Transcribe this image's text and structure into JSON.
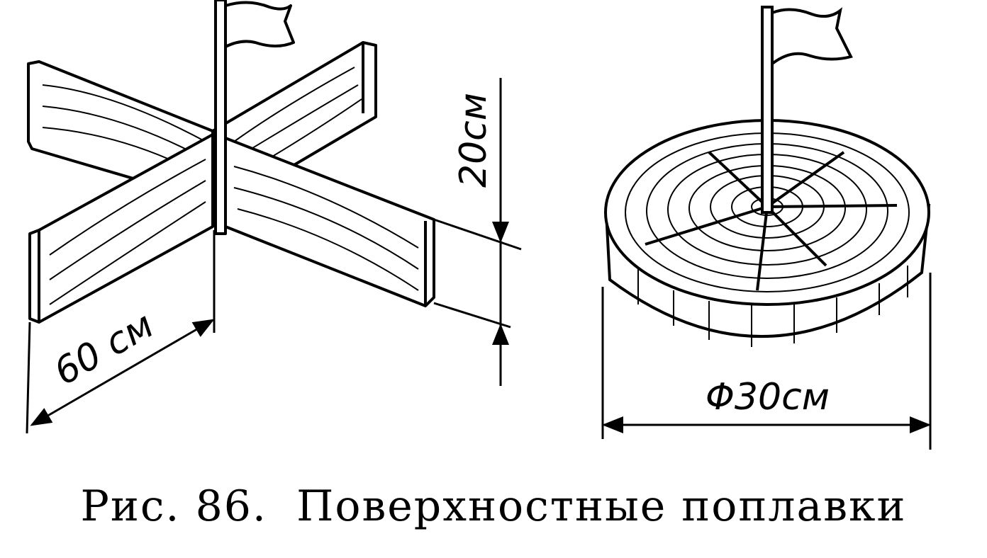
{
  "figure": {
    "left_label": "60 см",
    "height_label": "20см",
    "diameter_label": "Φ30см",
    "caption_number": "Рис. 86.",
    "caption_title": "Поверхностные поплавки"
  },
  "colors": {
    "ink": "#000000",
    "paper": "#ffffff"
  },
  "icons": [
    "flag-icon",
    "flag-icon"
  ]
}
